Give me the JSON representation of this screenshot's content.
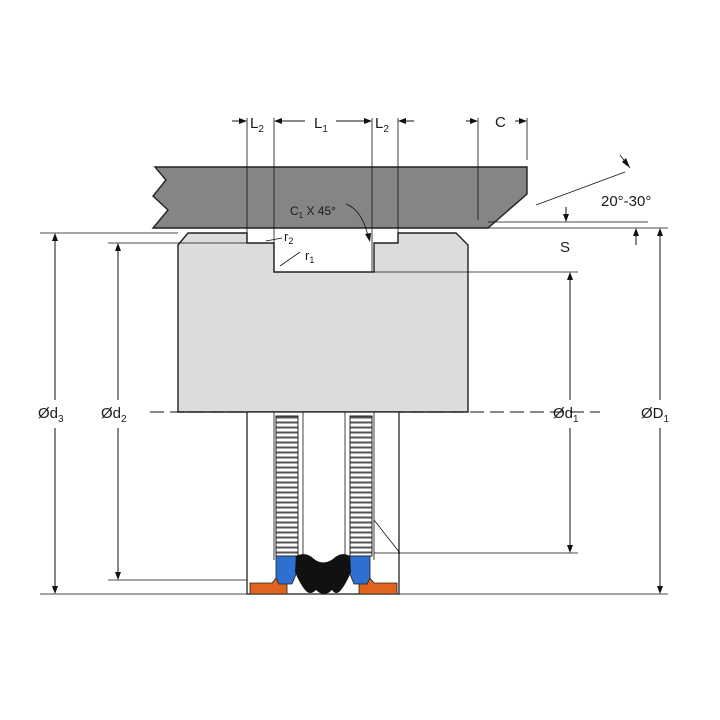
{
  "labels": {
    "l2_left": {
      "main": "L",
      "sub": "2"
    },
    "l1": {
      "main": "L",
      "sub": "1"
    },
    "l2_right": {
      "main": "L",
      "sub": "2"
    },
    "c": "C",
    "angle": "20°-30°",
    "s": "S",
    "chamfer": {
      "main": "C",
      "sub": "1",
      "rest": " X 45°"
    },
    "r2": {
      "main": "r",
      "sub": "2"
    },
    "r1": {
      "main": "r",
      "sub": "1"
    },
    "d3": {
      "main": "Ød",
      "sub": "3"
    },
    "d2": {
      "main": "Ød",
      "sub": "2"
    },
    "d1": {
      "main": "Ød",
      "sub": "1"
    },
    "D1": {
      "main": "ØD",
      "sub": "1"
    }
  },
  "colors": {
    "housing": "#858585",
    "body": "#dcdcdc",
    "rod_hatch": "#6a6a6a",
    "seal_black": "#111111",
    "seal_blue": "#2f6fd0",
    "seal_orange": "#e0641e"
  }
}
